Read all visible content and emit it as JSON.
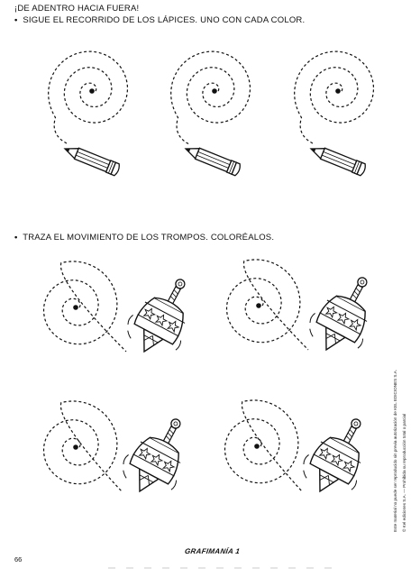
{
  "instructions": {
    "line1": "¡DE ADENTRO HACIA FUERA!",
    "line2": "SIGUE EL RECORRIDO DE LOS LÁPICES. UNO CON CADA COLOR.",
    "line3": "TRAZA EL MOVIMIENTO DE LOS TROMPOS. COLORÉALOS.",
    "bullet": "•"
  },
  "footer": {
    "brand": "GRAFIMANÍA 1",
    "page_number": "66",
    "legal_line1": "Este material no puede ser reproducido sin previa autorización de KEL EDICIONES S.A.",
    "legal_line2": "© Kel ediciones S.A. — Prohibida su reproducción total o parcial"
  },
  "icons": {
    "pencil": "pencil-icon",
    "spinning_top": "spinning-top-icon",
    "spiral": "dotted-spiral-icon"
  },
  "colors": {
    "ink": "#111111",
    "paper": "#ffffff"
  }
}
